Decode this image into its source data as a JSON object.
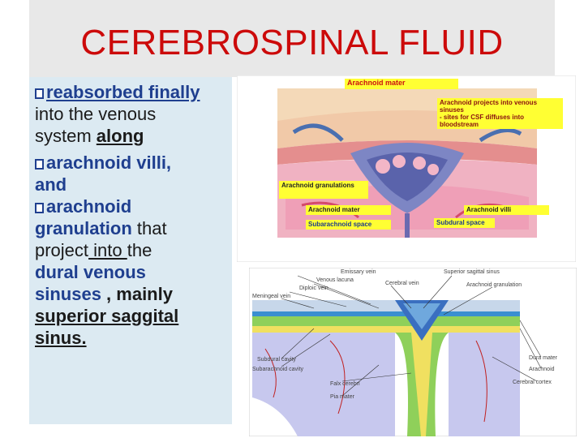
{
  "slide": {
    "title": "CEREBROSPINAL FLUID",
    "body": {
      "b1_bold": "reabsorbed finally",
      "b1_l2": "into the venous",
      "b1_l3_plain": "system ",
      "b1_l3_u": "along",
      "b2_l1": "arachnoid villi,",
      "b2_l2": "and",
      "b3_l1": "arachnoid",
      "b3_l2_blue": "granulation",
      "b3_l2_plain": " that",
      "b3_l3_a": "project",
      "b3_l3_u": " into ",
      "b3_l3_b": "the",
      "l8": "dural venous",
      "l9_blue": "sinuses",
      "l9_plain": " , mainly",
      "l10": "superior saggital",
      "l11": "sinus."
    }
  },
  "figure_top": {
    "labels": {
      "arachnoid_mater_top": "Arachnoid  mater",
      "projects": "Arachnoid projects into venous sinuses",
      "sites": "- sites for CSF diffuses into bloodstream",
      "granulations": "Arachnoid granulations",
      "arachnoid_mater_mid": "Arachnoid mater",
      "arachnoid_villi": "Arachnoid  villi",
      "subarachnoid_space": "Subarachnoid space",
      "subdural_space": "Subdural space"
    }
  },
  "figure_bottom": {
    "labels": {
      "emissary_vein": "Emissary vein",
      "venous_lacuna": "Venous lacuna",
      "diploic_vein": "Diploic vein",
      "meningeal_vein": "Meningeal vein",
      "cerebral_vein": "Cerebral vein",
      "sup_sagittal_sinus": "Superior sagittal sinus",
      "arachnoid_granulation": "Arachnoid granulation",
      "subdural_cavity": "Subdural cavity",
      "subarachnoid_cavity": "Subarachnoid cavity",
      "falx_cerebri": "Falx cerebri",
      "pia_mater": "Pia mater",
      "dura_mater": "Dura mater",
      "arachnoid": "Arachnoid",
      "cerebral_cortex": "Cerebral cortex"
    }
  }
}
